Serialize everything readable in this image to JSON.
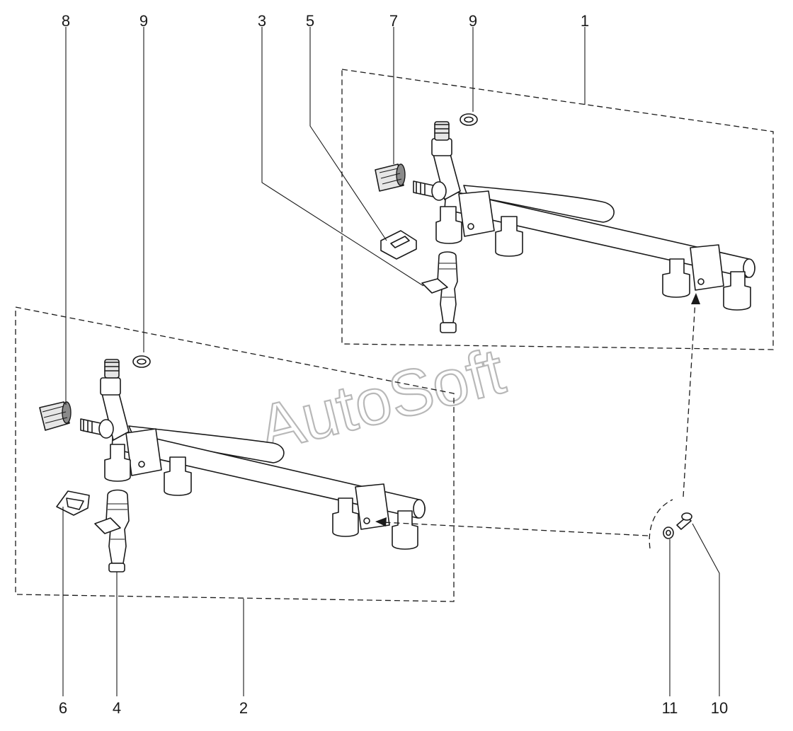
{
  "watermark": "AutoSoft",
  "callouts": {
    "n1": "1",
    "n2": "2",
    "n3": "3",
    "n4": "4",
    "n5": "5",
    "n6": "6",
    "n7": "7",
    "n8": "8",
    "n9a": "9",
    "n9b": "9",
    "n10": "10",
    "n11": "11"
  }
}
